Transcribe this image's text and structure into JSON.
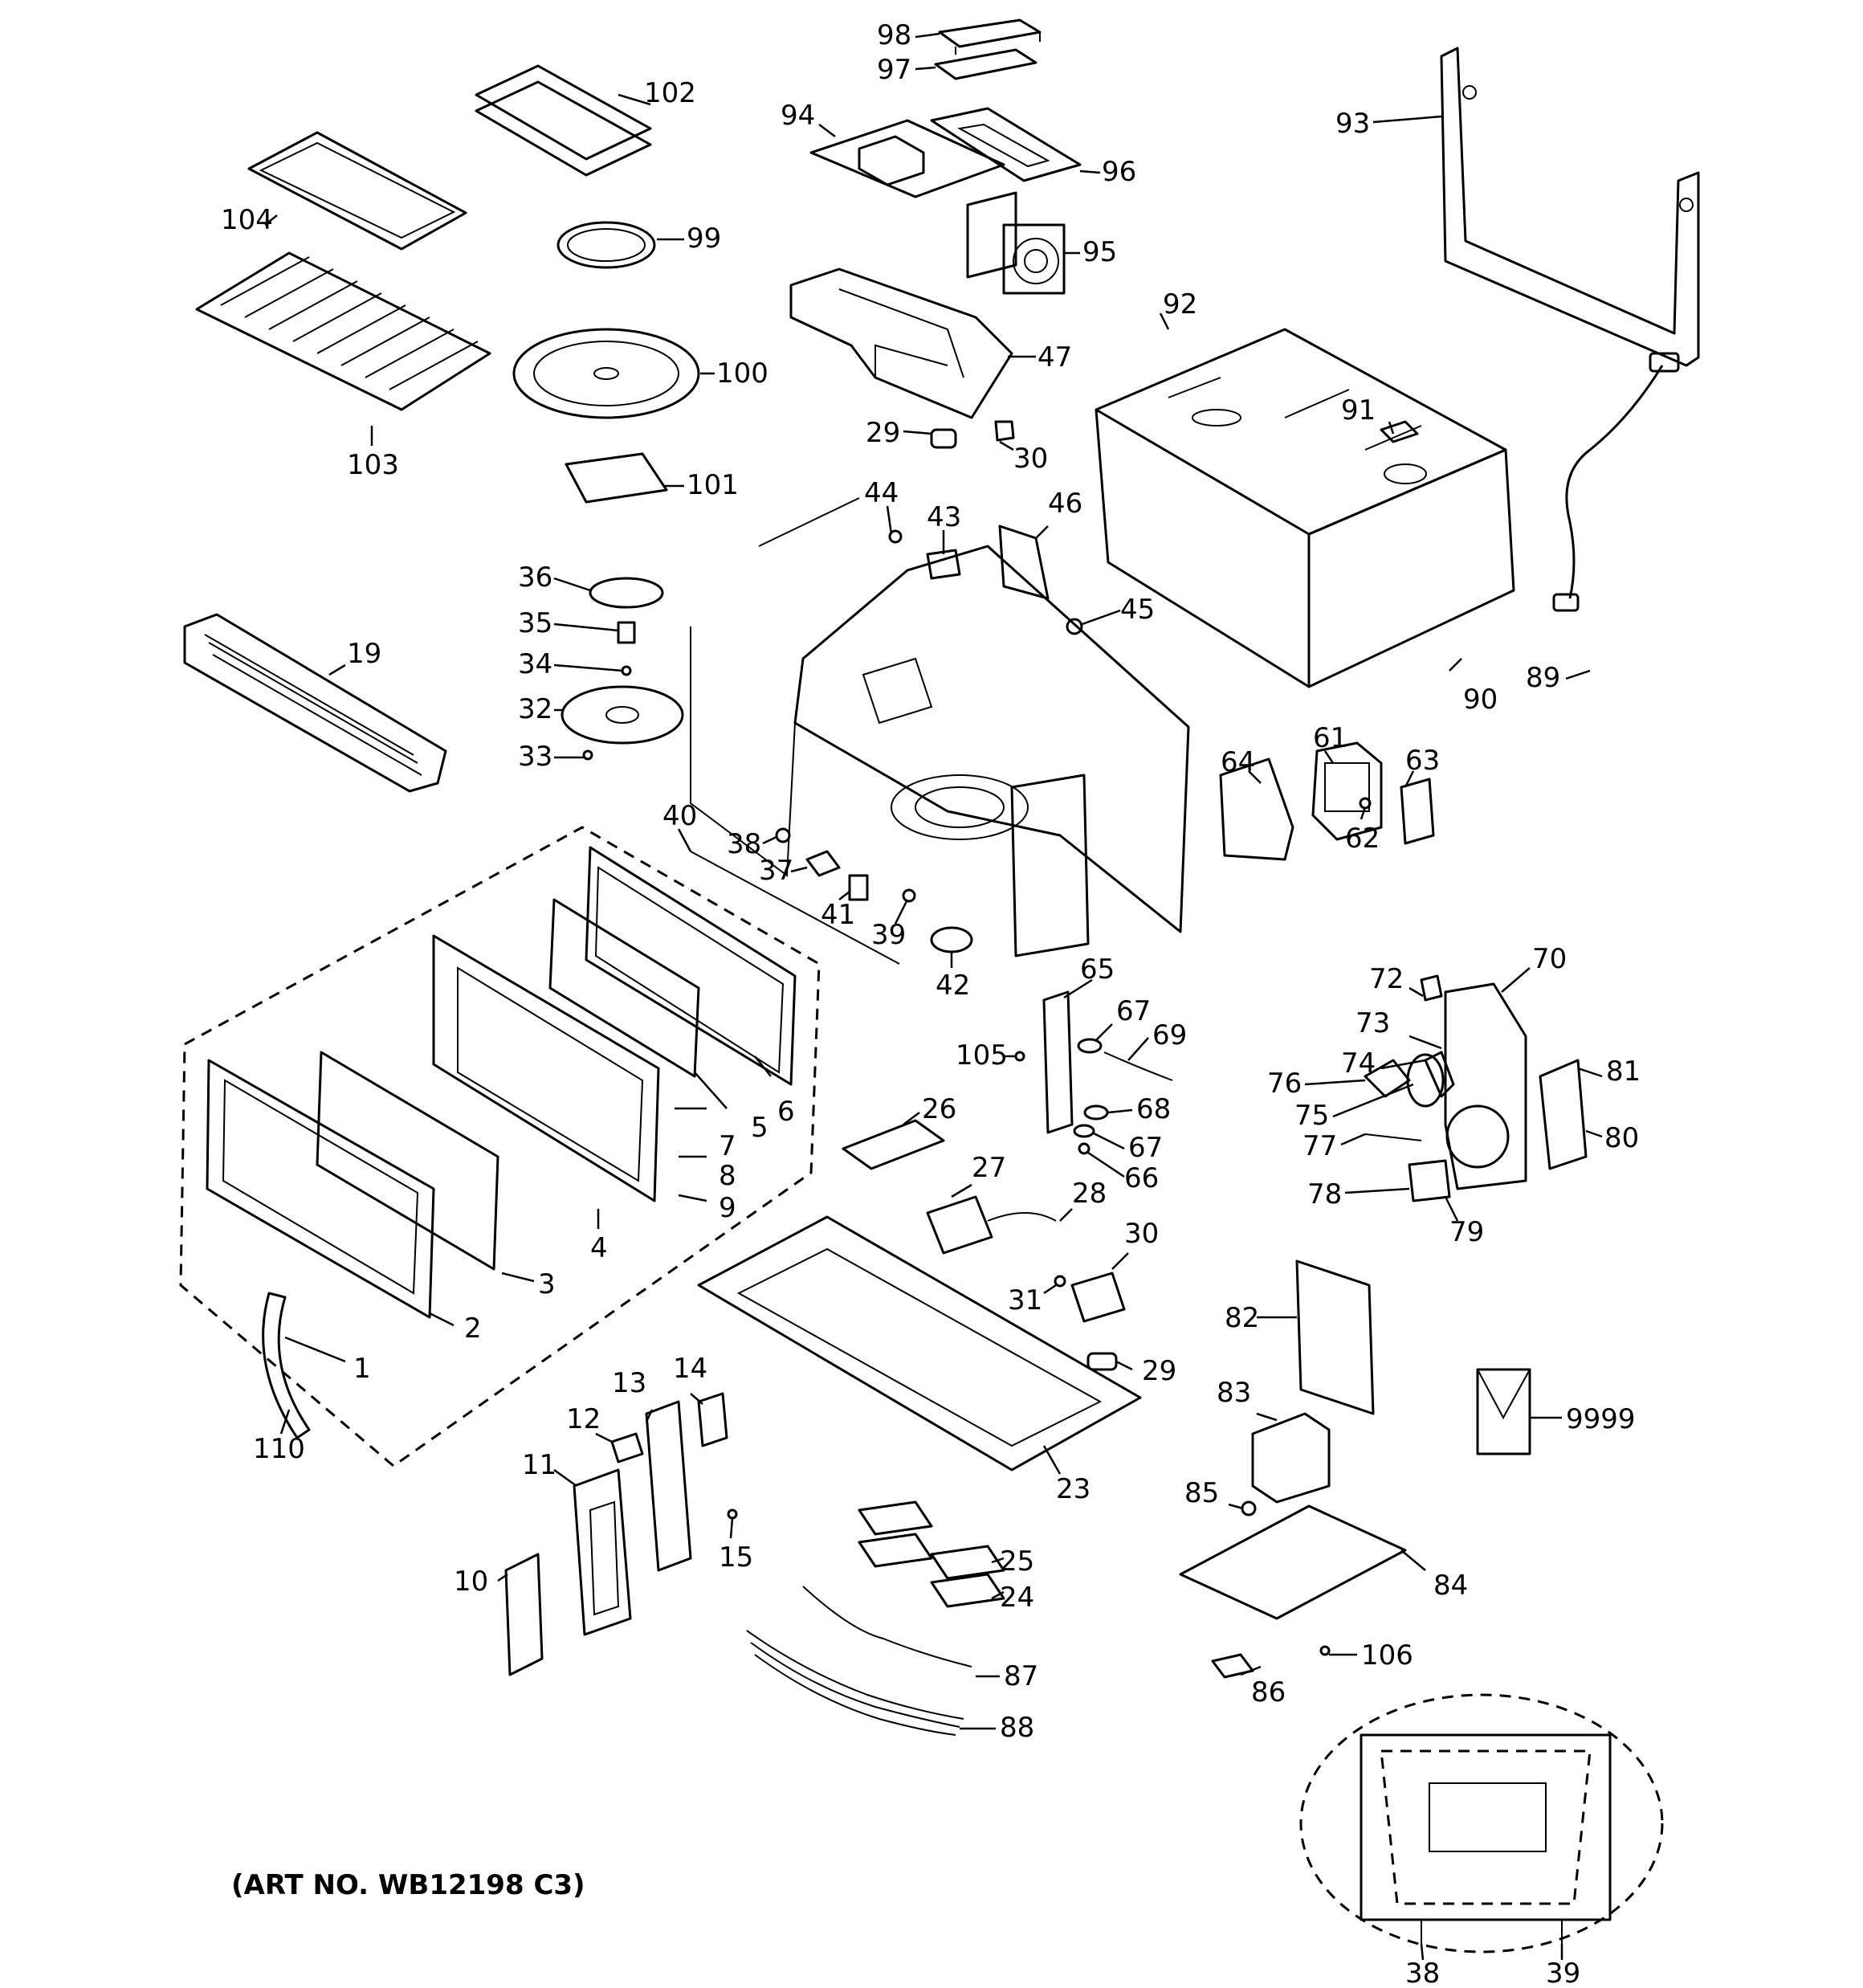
{
  "art_number": "(ART NO. WB12198 C3)",
  "callouts": [
    {
      "id": "c98",
      "label": "98"
    },
    {
      "id": "c97",
      "label": "97"
    },
    {
      "id": "c94",
      "label": "94"
    },
    {
      "id": "c96",
      "label": "96"
    },
    {
      "id": "c95",
      "label": "95"
    },
    {
      "id": "c47",
      "label": "47"
    },
    {
      "id": "c29a",
      "label": "29"
    },
    {
      "id": "c30a",
      "label": "30"
    },
    {
      "id": "c93",
      "label": "93"
    },
    {
      "id": "c92",
      "label": "92"
    },
    {
      "id": "c91",
      "label": "91"
    },
    {
      "id": "c90",
      "label": "90"
    },
    {
      "id": "c89",
      "label": "89"
    },
    {
      "id": "c102",
      "label": "102"
    },
    {
      "id": "c104",
      "label": "104"
    },
    {
      "id": "c99",
      "label": "99"
    },
    {
      "id": "c100",
      "label": "100"
    },
    {
      "id": "c103",
      "label": "103"
    },
    {
      "id": "c101",
      "label": "101"
    },
    {
      "id": "c44",
      "label": "44"
    },
    {
      "id": "c43",
      "label": "43"
    },
    {
      "id": "c46",
      "label": "46"
    },
    {
      "id": "c45",
      "label": "45"
    },
    {
      "id": "c36",
      "label": "36"
    },
    {
      "id": "c35",
      "label": "35"
    },
    {
      "id": "c34",
      "label": "34"
    },
    {
      "id": "c32",
      "label": "32"
    },
    {
      "id": "c33",
      "label": "33"
    },
    {
      "id": "c19",
      "label": "19"
    },
    {
      "id": "c61",
      "label": "61"
    },
    {
      "id": "c64",
      "label": "64"
    },
    {
      "id": "c63",
      "label": "63"
    },
    {
      "id": "c62",
      "label": "62"
    },
    {
      "id": "c40",
      "label": "40"
    },
    {
      "id": "c38a",
      "label": "38"
    },
    {
      "id": "c37",
      "label": "37"
    },
    {
      "id": "c41",
      "label": "41"
    },
    {
      "id": "c39a",
      "label": "39"
    },
    {
      "id": "c42",
      "label": "42"
    },
    {
      "id": "c65",
      "label": "65"
    },
    {
      "id": "c67a",
      "label": "67"
    },
    {
      "id": "c69",
      "label": "69"
    },
    {
      "id": "c105",
      "label": "105"
    },
    {
      "id": "c68",
      "label": "68"
    },
    {
      "id": "c67b",
      "label": "67"
    },
    {
      "id": "c66",
      "label": "66"
    },
    {
      "id": "c72",
      "label": "72"
    },
    {
      "id": "c70",
      "label": "70"
    },
    {
      "id": "c73",
      "label": "73"
    },
    {
      "id": "c74",
      "label": "74"
    },
    {
      "id": "c81",
      "label": "81"
    },
    {
      "id": "c76",
      "label": "76"
    },
    {
      "id": "c75",
      "label": "75"
    },
    {
      "id": "c80",
      "label": "80"
    },
    {
      "id": "c77",
      "label": "77"
    },
    {
      "id": "c78",
      "label": "78"
    },
    {
      "id": "c79",
      "label": "79"
    },
    {
      "id": "c6",
      "label": "6"
    },
    {
      "id": "c5",
      "label": "5"
    },
    {
      "id": "c7",
      "label": "7"
    },
    {
      "id": "c8",
      "label": "8"
    },
    {
      "id": "c9",
      "label": "9"
    },
    {
      "id": "c4",
      "label": "4"
    },
    {
      "id": "c3",
      "label": "3"
    },
    {
      "id": "c2",
      "label": "2"
    },
    {
      "id": "c1",
      "label": "1"
    },
    {
      "id": "c110",
      "label": "110"
    },
    {
      "id": "c26",
      "label": "26"
    },
    {
      "id": "c27",
      "label": "27"
    },
    {
      "id": "c28",
      "label": "28"
    },
    {
      "id": "c30b",
      "label": "30"
    },
    {
      "id": "c31",
      "label": "31"
    },
    {
      "id": "c29b",
      "label": "29"
    },
    {
      "id": "c23",
      "label": "23"
    },
    {
      "id": "c82",
      "label": "82"
    },
    {
      "id": "c83",
      "label": "83"
    },
    {
      "id": "c9999",
      "label": "9999"
    },
    {
      "id": "c85",
      "label": "85"
    },
    {
      "id": "c84",
      "label": "84"
    },
    {
      "id": "c106",
      "label": "106"
    },
    {
      "id": "c86",
      "label": "86"
    },
    {
      "id": "c13",
      "label": "13"
    },
    {
      "id": "c14",
      "label": "14"
    },
    {
      "id": "c12",
      "label": "12"
    },
    {
      "id": "c11",
      "label": "11"
    },
    {
      "id": "c15",
      "label": "15"
    },
    {
      "id": "c10",
      "label": "10"
    },
    {
      "id": "c25",
      "label": "25"
    },
    {
      "id": "c24",
      "label": "24"
    },
    {
      "id": "c87",
      "label": "87"
    },
    {
      "id": "c88",
      "label": "88"
    },
    {
      "id": "c38b",
      "label": "38"
    },
    {
      "id": "c39b",
      "label": "39"
    }
  ]
}
